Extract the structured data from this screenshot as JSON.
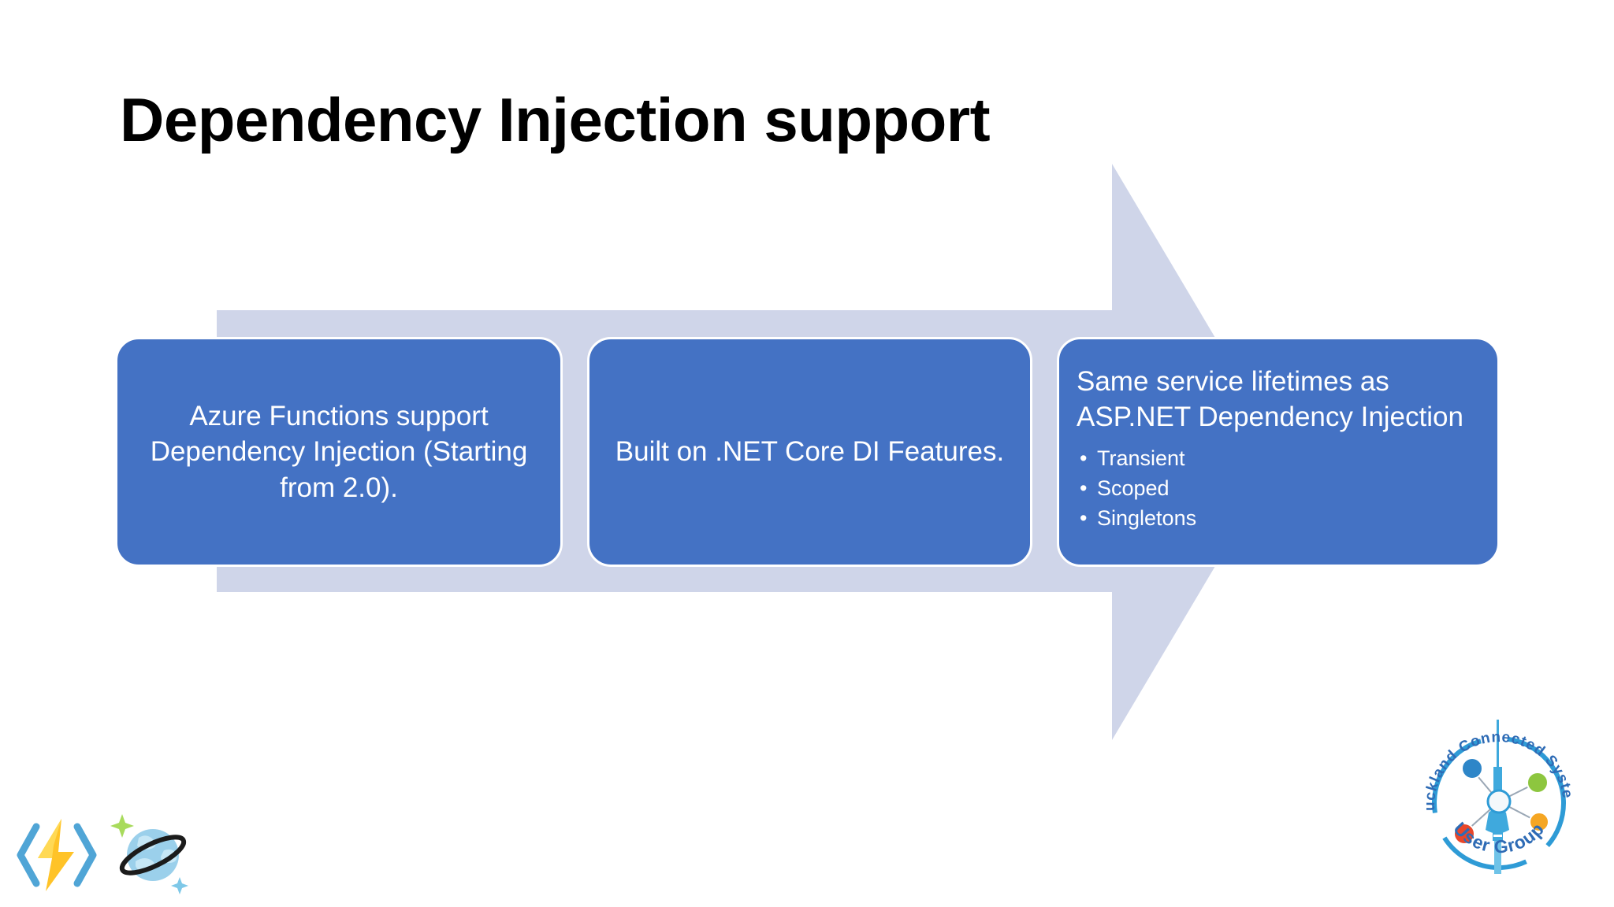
{
  "slide": {
    "title": "Dependency Injection support",
    "background_color": "#FFFFFF",
    "title_color": "#000000"
  },
  "arrow": {
    "name": "right-pointing-arrow-band",
    "fill_color": "#CFD5E9"
  },
  "boxes": [
    {
      "id": "box-1",
      "name": "azure-functions-di-box",
      "fill_color": "#4472C4",
      "outline_color": "#FFFFFF",
      "text_color": "#FFFFFF",
      "text": "Azure Functions support Dependency Injection (Starting from 2.0)."
    },
    {
      "id": "box-2",
      "name": "dotnet-core-di-box",
      "fill_color": "#4472C4",
      "outline_color": "#FFFFFF",
      "text_color": "#FFFFFF",
      "text": "Built on .NET Core DI Features."
    },
    {
      "id": "box-3",
      "name": "service-lifetimes-box",
      "fill_color": "#4472C4",
      "outline_color": "#FFFFFF",
      "text_color": "#FFFFFF",
      "heading": "Same service lifetimes as ASP.NET Dependency Injection",
      "bullet_char": "•",
      "bullets": [
        "Transient",
        "Scoped",
        "Singletons"
      ]
    }
  ],
  "icons": [
    {
      "name": "azure-functions-icon",
      "label": "Azure Functions",
      "colors": {
        "bolt": "#FFC328",
        "bolt_light": "#FFD955",
        "brackets": "#50A5D6"
      }
    },
    {
      "name": "azure-cosmos-db-icon",
      "label": "Azure Cosmos DB",
      "colors": {
        "globe": "#9BD0EB",
        "globe_land": "#BFE4F4",
        "ring": "#1B1B1B",
        "sparkle": "#A8DB5C"
      }
    }
  ],
  "logo": {
    "name": "auckland-connected-systems-user-group-logo",
    "text_top": "Auckland Connected Systems",
    "text_bottom": "User Group",
    "ring_color": "#2E9BD6",
    "tower_color": "#3FA9DD",
    "node_colors": [
      "#2E86C8",
      "#8DC63F",
      "#F5A623",
      "#E8472A"
    ]
  }
}
